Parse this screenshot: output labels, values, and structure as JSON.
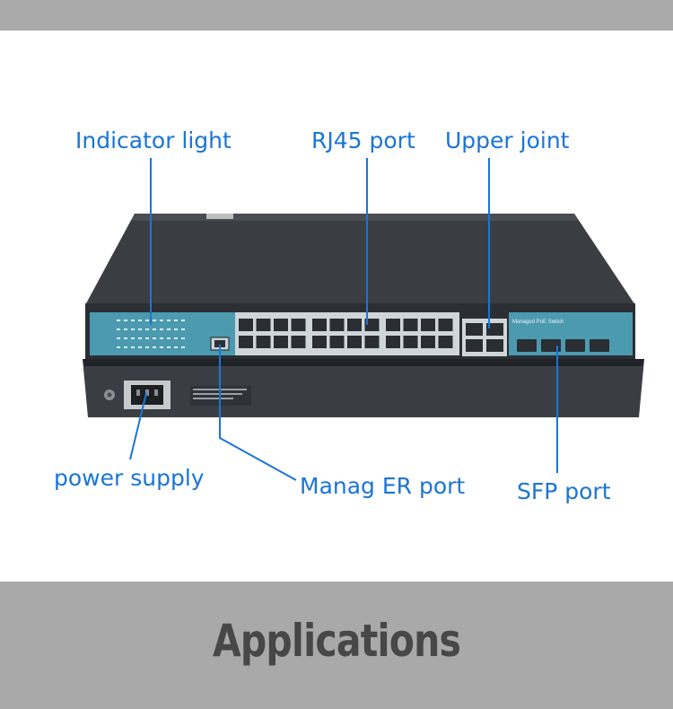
{
  "callouts": {
    "indicator_light": "Indicator light",
    "rj45_port": "RJ45 port",
    "upper_joint": "Upper joint",
    "power_supply": "power supply",
    "manager_port": "Manag ER port",
    "sfp_port": "SFP port"
  },
  "device": {
    "panel_label": "Managed PoE Switch"
  },
  "banner": {
    "title": "Applications"
  },
  "colors": {
    "callout_blue": "#1a75d6",
    "panel_teal": "#4c9ab0",
    "banner_gray": "#a9a9a9"
  }
}
